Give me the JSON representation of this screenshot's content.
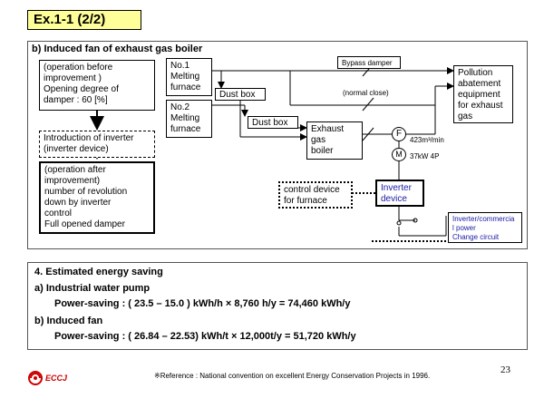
{
  "slide": {
    "title": "Ex.1-1 (2/2)",
    "page_number": "23",
    "logo_text": "ECCJ",
    "reference": "※Reference : National convention on excellent Energy Conservation Projects in 1996."
  },
  "diagram": {
    "heading": "b) Induced fan of exhaust gas boiler",
    "before_box": [
      "(operation before",
      "improvement )",
      "Opening degree of",
      "damper : 60 [%]"
    ],
    "intro_box": [
      "Introduction of inverter",
      "(inverter device)"
    ],
    "after_box": [
      "(operation after",
      "improvement)",
      "number of revolution",
      "down by inverter",
      "control",
      "Full opened damper"
    ],
    "furnace1": [
      "No.1",
      "Melting",
      "furnace"
    ],
    "furnace2": [
      "No.2",
      "Melting",
      "furnace"
    ],
    "dustbox1": "Dust box",
    "dustbox2": "Dust box",
    "boiler": [
      "Exhaust",
      "gas",
      "boiler"
    ],
    "bypass_damper": "Bypass damper",
    "normal_close": "(normal close)",
    "pollution": [
      "Pollution",
      "abatement",
      "equipment",
      "for exhaust",
      "gas"
    ],
    "fan_symbol": "F",
    "motor_symbol": "M",
    "flow": "423m³/min",
    "motor_spec": "37kW 4P",
    "control_device": [
      "control  device",
      "for furnace"
    ],
    "inverter_device": [
      "Inverter",
      "device"
    ],
    "change_circuit": [
      "Inverter/commercia",
      "l power",
      "Change circuit"
    ]
  },
  "saving": {
    "heading": "4. Estimated energy saving",
    "a_label": "a) Industrial water pump",
    "a_formula": "Power-saving : ( 23.5 – 15.0 ) kWh/h   × 8,760 h/y = 74,460 kWh/y",
    "b_label": "b) Induced fan",
    "b_formula": "Power-saving : ( 26.84 – 22.53) kWh/t × 12,000t/y = 51,720 kWh/y"
  },
  "colors": {
    "title_bg": "#ffff99",
    "inverter_text": "#1a1aa6",
    "logo_red": "#cc0000"
  }
}
